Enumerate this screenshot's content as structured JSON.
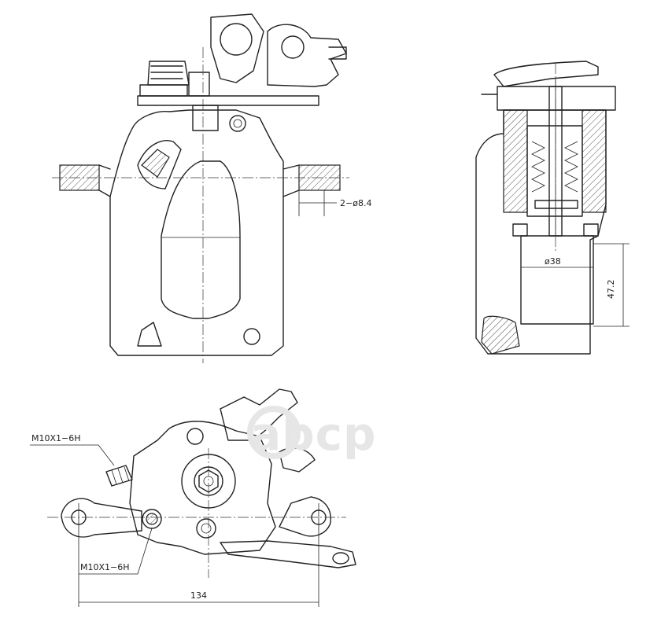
{
  "dimensions": {
    "holes": "2−ø8.4",
    "piston_diameter": "ø38",
    "piston_depth": "47.2",
    "thread_upper": "M10X1−6H",
    "thread_lower": "M10X1−6H",
    "overall_width": "134"
  },
  "watermark": {
    "text": "abcp"
  },
  "colors": {
    "line": "#222222",
    "watermark": "#e6e6e6"
  }
}
